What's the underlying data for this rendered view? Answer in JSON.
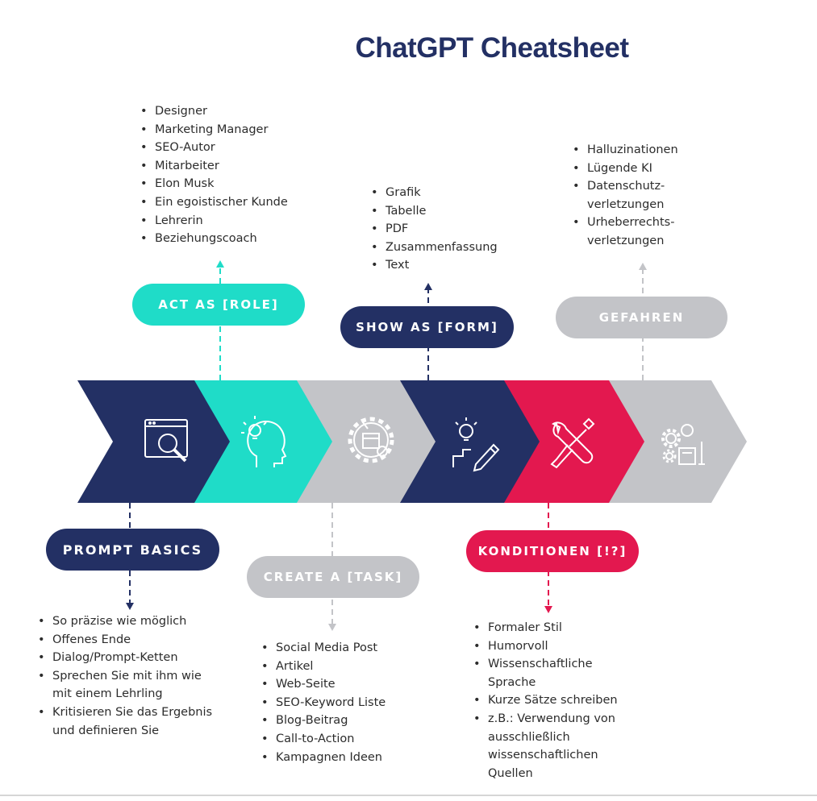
{
  "title": "ChatGPT Cheatsheet",
  "colors": {
    "navy": "#233064",
    "teal": "#1fdcc8",
    "gray": "#c3c4c8",
    "pink": "#e3184f",
    "white": "#ffffff"
  },
  "segments": [
    {
      "color": "navy",
      "icon": "magnifier-window-icon"
    },
    {
      "color": "teal",
      "icon": "lightbulb-head-icon"
    },
    {
      "color": "gray",
      "icon": "gear-box-icon"
    },
    {
      "color": "navy",
      "icon": "lightbulb-pencil-icon"
    },
    {
      "color": "pink",
      "icon": "wrench-screwdriver-icon"
    },
    {
      "color": "gray",
      "icon": "gears-bulb-icon"
    }
  ],
  "labels": {
    "act_as": "ACT AS [ROLE]",
    "show_as": "SHOW AS [FORM]",
    "gefahren": "GEFAHREN",
    "prompt_basics": "PROMPT BASICS",
    "create_a": "CREATE A [TASK]",
    "konditionen": "KONDITIONEN [!?]"
  },
  "lists": {
    "roles": [
      "Designer",
      "Marketing Manager",
      "SEO-Autor",
      "Mitarbeiter",
      "Elon Musk",
      "Ein egoistischer Kunde",
      "Lehrerin",
      "Beziehungscoach"
    ],
    "forms": [
      "Grafik",
      "Tabelle",
      "PDF",
      "Zusammenfassung",
      "Text"
    ],
    "gefahren": [
      "Halluzinationen",
      "Lügende KI",
      "Datenschutz-\nverletzungen",
      "Urheberrechts-\nverletzungen"
    ],
    "basics": [
      "So präzise wie möglich",
      "Offenes Ende",
      "Dialog/Prompt-Ketten",
      "Sprechen Sie mit ihm wie\nmit einem Lehrling",
      "Kritisieren Sie das Ergebnis\nund definieren Sie"
    ],
    "tasks": [
      "Social Media Post",
      "Artikel",
      "Web-Seite",
      "SEO-Keyword Liste",
      "Blog-Beitrag",
      "Call-to-Action",
      "Kampagnen Ideen"
    ],
    "konditionen": [
      "Formaler Stil",
      "Humorvoll",
      "Wissenschaftliche\nSprache",
      "Kurze Sätze schreiben",
      "z.B.: Verwendung von\nausschließlich\nwissenschaftlichen\nQuellen"
    ]
  }
}
